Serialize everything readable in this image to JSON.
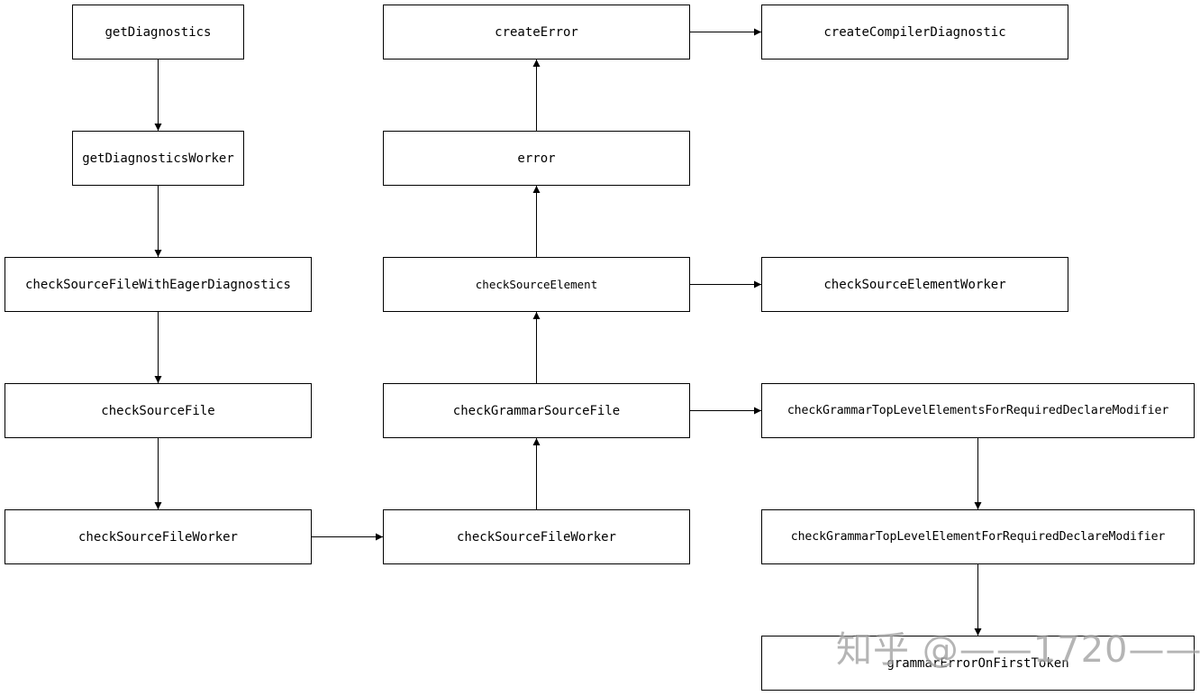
{
  "nodes": {
    "getDiagnostics": "getDiagnostics",
    "getDiagnosticsWorker": "getDiagnosticsWorker",
    "checkSourceFileWithEagerDiagnostics": "checkSourceFileWithEagerDiagnostics",
    "checkSourceFile": "checkSourceFile",
    "checkSourceFileWorker_left": "checkSourceFileWorker",
    "checkSourceFileWorker_mid": "checkSourceFileWorker",
    "checkGrammarSourceFile": "checkGrammarSourceFile",
    "checkSourceElement": "checkSourceElement",
    "error": "error",
    "createError": "createError",
    "createCompilerDiagnostic": "createCompilerDiagnostic",
    "checkSourceElementWorker": "checkSourceElementWorker",
    "checkGrammarTopLevelElementsForRequiredDeclareModifier": "checkGrammarTopLevelElementsForRequiredDeclareModifier",
    "checkGrammarTopLevelElementForRequiredDeclareModifier": "checkGrammarTopLevelElementForRequiredDeclareModifier",
    "grammarErrorOnFirstToken": "grammarErrorOnFirstToken"
  },
  "edges": [
    [
      "getDiagnostics",
      "getDiagnosticsWorker"
    ],
    [
      "getDiagnosticsWorker",
      "checkSourceFileWithEagerDiagnostics"
    ],
    [
      "checkSourceFileWithEagerDiagnostics",
      "checkSourceFile"
    ],
    [
      "checkSourceFile",
      "checkSourceFileWorker_left"
    ],
    [
      "checkSourceFileWorker_left",
      "checkSourceFileWorker_mid"
    ],
    [
      "checkSourceFileWorker_mid",
      "checkGrammarSourceFile"
    ],
    [
      "checkGrammarSourceFile",
      "checkSourceElement"
    ],
    [
      "checkSourceElement",
      "error"
    ],
    [
      "error",
      "createError"
    ],
    [
      "createError",
      "createCompilerDiagnostic"
    ],
    [
      "checkSourceElement",
      "checkSourceElementWorker"
    ],
    [
      "checkGrammarSourceFile",
      "checkGrammarTopLevelElementsForRequiredDeclareModifier"
    ],
    [
      "checkGrammarTopLevelElementsForRequiredDeclareModifier",
      "checkGrammarTopLevelElementForRequiredDeclareModifier"
    ],
    [
      "checkGrammarTopLevelElementForRequiredDeclareModifier",
      "grammarErrorOnFirstToken"
    ]
  ],
  "watermark": "知乎 @——1720——"
}
